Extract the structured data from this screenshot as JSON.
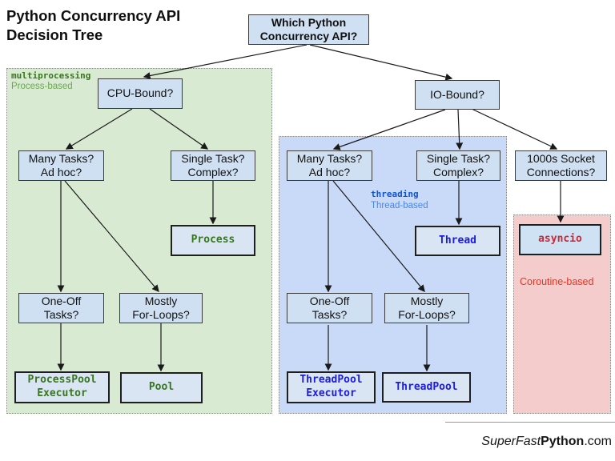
{
  "title": {
    "text": "Python Concurrency API\nDecision Tree"
  },
  "root": {
    "label": "Which Python\nConcurrency API?"
  },
  "regions": {
    "multiprocessing": {
      "name": "multiprocessing",
      "type": "Process-based",
      "fill": "#d9ead3",
      "name_color": "#38761d",
      "type_color": "#6aa84f"
    },
    "threading": {
      "name": "threading",
      "type": "Thread-based",
      "fill": "#c9daf8",
      "name_color": "#1155cc",
      "type_color": "#4a86e8"
    },
    "asyncio": {
      "type": "Coroutine-based",
      "fill": "#f4cccc",
      "type_color": "#ea3323"
    }
  },
  "nodes": {
    "cpu_bound": "CPU-Bound?",
    "io_bound": "IO-Bound?",
    "mp_many_tasks": "Many Tasks?\nAd hoc?",
    "mp_single_task": "Single Task?\nComplex?",
    "process": "Process",
    "mp_one_off": "One-Off\nTasks?",
    "mp_for_loops": "Mostly\nFor-Loops?",
    "processpool_executor": "ProcessPool\nExecutor",
    "pool": "Pool",
    "th_many_tasks": "Many Tasks?\nAd hoc?",
    "th_single_task": "Single Task?\nComplex?",
    "thread": "Thread",
    "th_one_off": "One-Off\nTasks?",
    "th_for_loops": "Mostly\nFor-Loops?",
    "threadpool_executor": "ThreadPool\nExecutor",
    "threadpool": "ThreadPool",
    "sockets": "1000s Socket\nConnections?",
    "asyncio": "asyncio"
  },
  "footer": {
    "italic": "SuperFast",
    "bold": "Python",
    "suffix": ".com"
  },
  "colors": {
    "decision_box_fill": "#cfe0f2",
    "leaf_box_fill": "#d9e5f3",
    "green_text": "#38761d",
    "blue_text": "#1c1ce0",
    "red_text": "#cc2936",
    "arrow": "#1a1a1a"
  }
}
